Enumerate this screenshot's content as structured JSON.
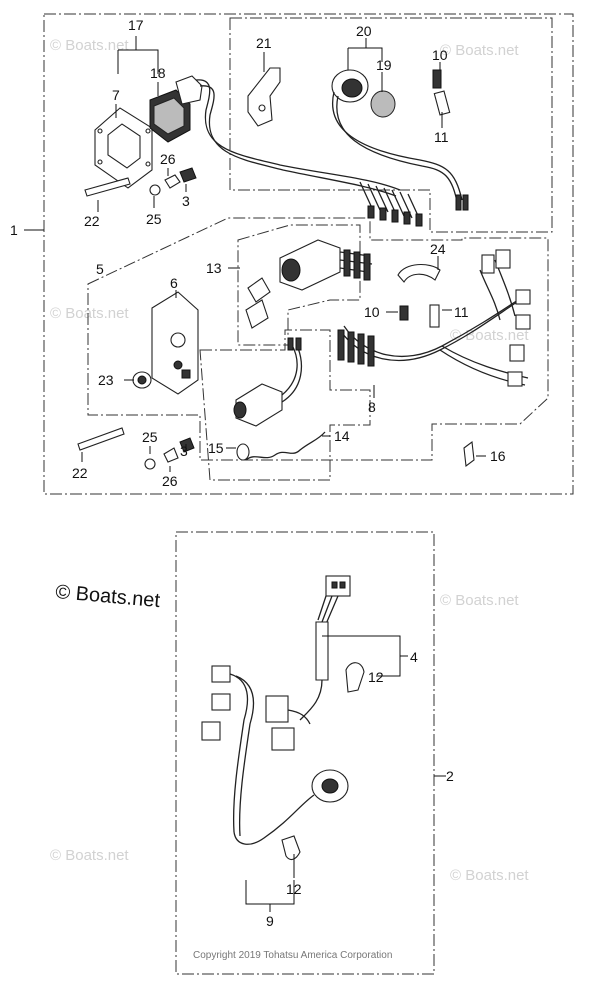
{
  "callouts": {
    "c1": "1",
    "c2": "2",
    "c3a": "3",
    "c3b": "3",
    "c4": "4",
    "c5": "5",
    "c6": "6",
    "c7": "7",
    "c8": "8",
    "c9": "9",
    "c10a": "10",
    "c10b": "10",
    "c11a": "11",
    "c11b": "11",
    "c12a": "12",
    "c12b": "12",
    "c13": "13",
    "c14": "14",
    "c15": "15",
    "c16": "16",
    "c17": "17",
    "c18": "18",
    "c19": "19",
    "c20": "20",
    "c21": "21",
    "c22a": "22",
    "c22b": "22",
    "c23": "23",
    "c24": "24",
    "c25a": "25",
    "c25b": "25",
    "c26a": "26",
    "c26b": "26"
  },
  "watermark": {
    "text": "© Boats.net",
    "main": "© Boats.net"
  },
  "copyright": "Copyright 2019 Tohatsu America Corporation",
  "icons": [
    "copyright-icon"
  ]
}
